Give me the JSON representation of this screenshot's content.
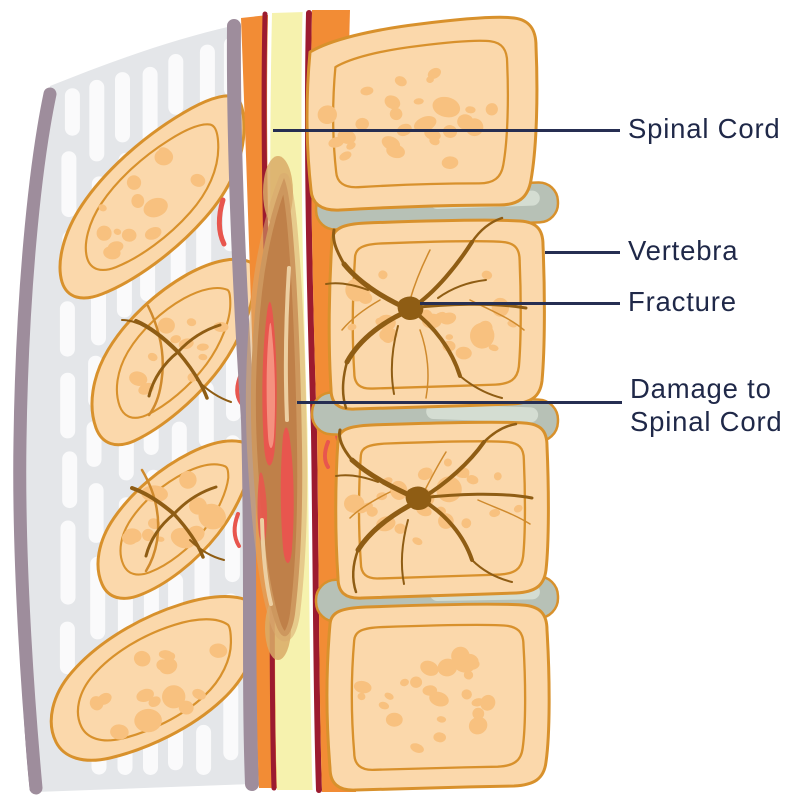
{
  "labels": {
    "spinal_cord": "Spinal Cord",
    "vertebra": "Vertebra",
    "fracture": "Fracture",
    "damage_line1": "Damage to",
    "damage_line2": "Spinal Cord"
  },
  "colors": {
    "label_text": "#1f2848",
    "leader_line": "#262e52",
    "bone_fill": "#fbd8ab",
    "bone_inner": "#fdecd9",
    "bone_speckle": "#f8c17f",
    "bone_outline": "#d8912c",
    "disc_fill": "#b7c1b6",
    "disc_highlight": "#d4ddd2",
    "spinal_cord_fill": "#f6f2ae",
    "dura_red": "#9c1b2f",
    "epidural_orange": "#f28c35",
    "damage_brown": "#bf8049",
    "damage_red": "#e8564e",
    "ligament_gray": "#e4e6e9",
    "ligament_band_purple": "#9e8d9c",
    "crack_brown": "#8f5d14",
    "background": "#ffffff"
  }
}
